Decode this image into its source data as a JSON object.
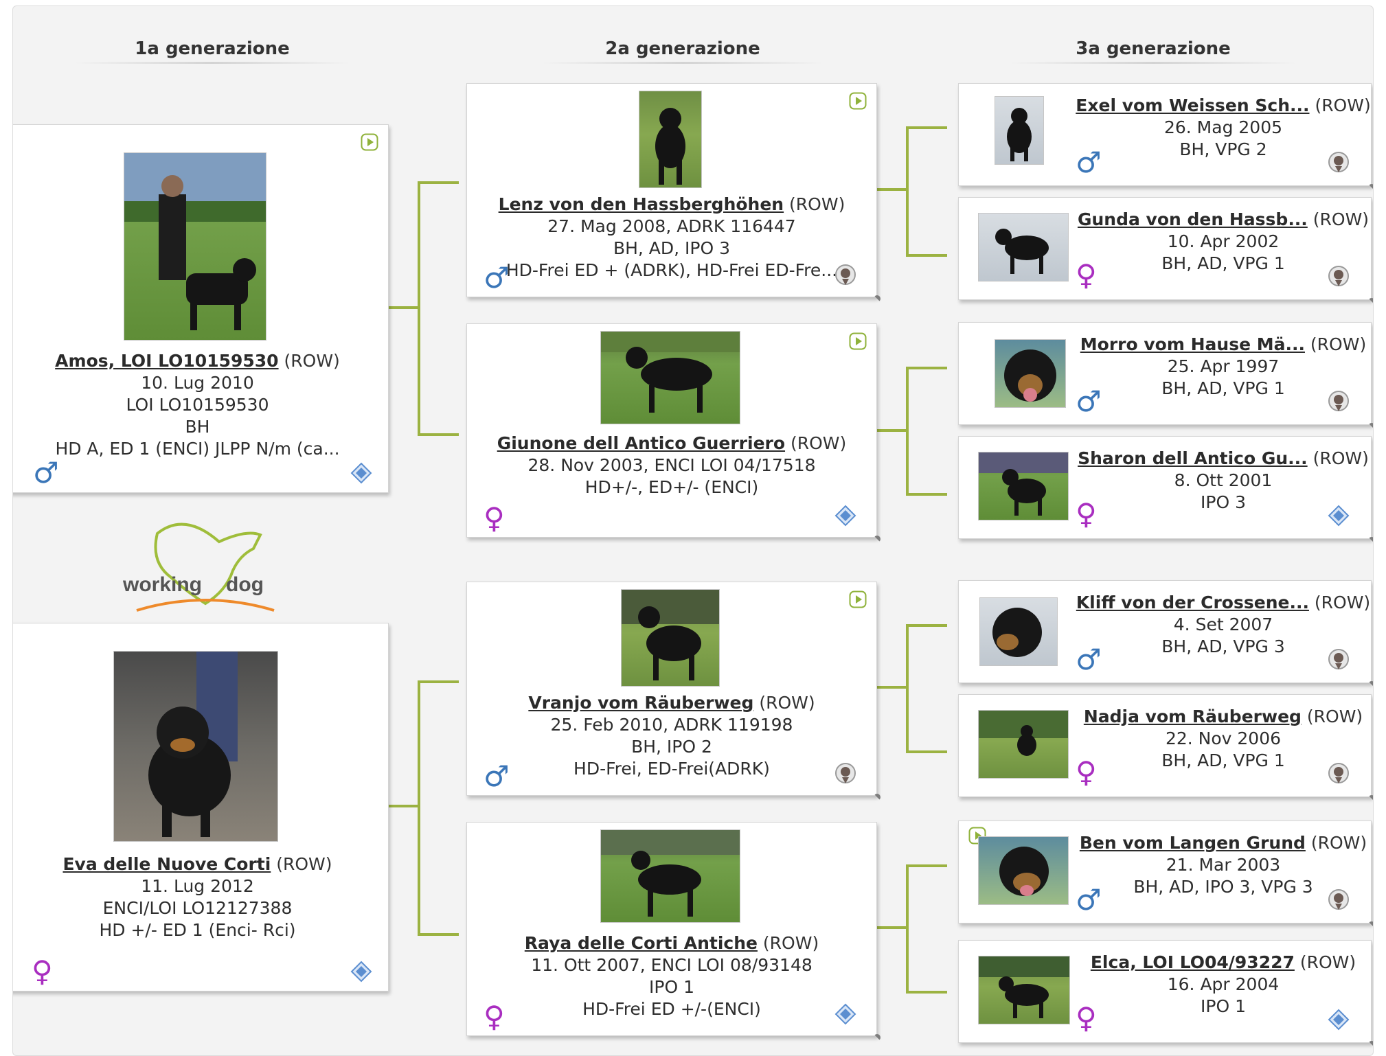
{
  "generations": {
    "g1": "1a generazione",
    "g2": "2a generazione",
    "g3": "3a generazione"
  },
  "logo": {
    "text_left": "working",
    "text_right": "dog"
  },
  "colors": {
    "connector": "#9bb241",
    "male": "#3b76b8",
    "female": "#a92ec0"
  },
  "gen1": [
    {
      "name": "Amos, LOI LO10159530",
      "tag": "(ROW)",
      "lines": [
        "10. Lug 2010",
        "LOI LO10159530",
        "BH",
        "HD A, ED 1 (ENCI) JLPP N/m (ca..."
      ],
      "sex": "♂",
      "sex_name": "male-icon",
      "badge": "shield-icon"
    },
    {
      "name": "Eva delle Nuove Corti",
      "tag": "(ROW)",
      "lines": [
        "11. Lug 2012",
        "ENCI/LOI LO12127388",
        "HD +/- ED 1 (Enci- Rci)"
      ],
      "sex": "♀",
      "sex_name": "female-icon",
      "badge": "shield-icon"
    }
  ],
  "gen2": [
    {
      "name": "Lenz von den Hassberghöhen",
      "tag": "(ROW)",
      "lines": [
        "27. Mag 2008, ADRK 116447",
        "BH, AD, IPO 3",
        "HD-Frei ED + (ADRK), HD-Frei ED-Fre..."
      ],
      "sex": "♂",
      "badge": "medal-icon"
    },
    {
      "name": "Giunone dell Antico Guerriero",
      "tag": "(ROW)",
      "lines": [
        "28. Nov 2003, ENCI LOI 04/17518",
        "HD+/-, ED+/- (ENCI)"
      ],
      "sex": "♀",
      "badge": "shield-icon"
    },
    {
      "name": "Vranjo vom Räuberweg",
      "tag": "(ROW)",
      "lines": [
        "25. Feb 2010, ADRK 119198",
        "BH, IPO 2",
        "HD-Frei, ED-Frei(ADRK)"
      ],
      "sex": "♂",
      "badge": "medal-icon"
    },
    {
      "name": "Raya delle Corti Antiche",
      "tag": "(ROW)",
      "lines": [
        "11. Ott 2007, ENCI LOI 08/93148",
        "IPO 1",
        "HD-Frei ED +/-(ENCI)"
      ],
      "sex": "♀",
      "badge": "shield-icon"
    }
  ],
  "gen3": [
    {
      "name": "Exel vom Weissen Sch...",
      "tag": "(ROW)",
      "lines": [
        "26. Mag 2005",
        "BH, VPG 2"
      ],
      "sex": "♂",
      "badge": "medal-icon"
    },
    {
      "name": "Gunda von den Hassb...",
      "tag": "(ROW)",
      "lines": [
        "10. Apr 2002",
        "BH, AD, VPG 1"
      ],
      "sex": "♀",
      "badge": "medal-icon"
    },
    {
      "name": "Morro vom Hause Mä...",
      "tag": "(ROW)",
      "lines": [
        "25. Apr 1997",
        "BH, AD, VPG 1"
      ],
      "sex": "♂",
      "badge": "medal-icon"
    },
    {
      "name": "Sharon dell Antico Gu...",
      "tag": "(ROW)",
      "lines": [
        "8. Ott 2001",
        "IPO 3"
      ],
      "sex": "♀",
      "badge": "shield-icon"
    },
    {
      "name": "Kliff von der Crossene...",
      "tag": "(ROW)",
      "lines": [
        "4. Set 2007",
        "BH, AD, VPG 3"
      ],
      "sex": "♂",
      "badge": "medal-icon"
    },
    {
      "name": "Nadja vom Räuberweg",
      "tag": "(ROW)",
      "lines": [
        "22. Nov 2006",
        "BH, AD, VPG 1"
      ],
      "sex": "♀",
      "badge": "medal-icon"
    },
    {
      "name": "Ben vom Langen Grund",
      "tag": "(ROW)",
      "lines": [
        "21. Mar 2003",
        "BH, AD, IPO 3, VPG 3"
      ],
      "sex": "♂",
      "badge": "medal-icon"
    },
    {
      "name": "Elca, LOI LO04/93227",
      "tag": "(ROW)",
      "lines": [
        "16. Apr 2004",
        "IPO 1"
      ],
      "sex": "♀",
      "badge": "shield-icon"
    }
  ]
}
